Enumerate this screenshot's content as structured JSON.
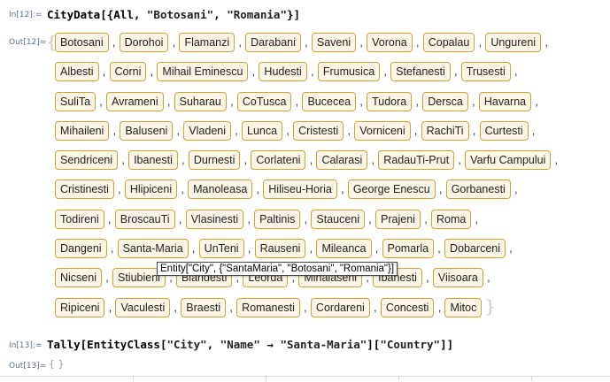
{
  "in12": {
    "label": "In[12]:=",
    "fn": "CityData",
    "arg_open": "[{All, ",
    "arg_state": "\"Botosani\"",
    "arg_sep": ", ",
    "arg_country": "\"Romania\"",
    "arg_close": "}]"
  },
  "out12": {
    "label": "Out[12]=",
    "rows": [
      [
        "Botosani",
        "Dorohoi",
        "Flamanzi",
        "Darabani",
        "Saveni",
        "Vorona",
        "Copalau",
        "Ungureni"
      ],
      [
        "Albesti",
        "Corni",
        "Mihail Eminescu",
        "Hudesti",
        "Frumusica",
        "Stefanesti",
        "Trusesti"
      ],
      [
        "SuliTa",
        "Avrameni",
        "Suharau",
        "CoTusca",
        "Bucecea",
        "Tudora",
        "Dersca",
        "Havarna"
      ],
      [
        "Mihaileni",
        "Baluseni",
        "Vladeni",
        "Lunca",
        "Cristesti",
        "Vorniceni",
        "RachiTi",
        "Curtesti"
      ],
      [
        "Sendriceni",
        "Ibanesti",
        "Durnesti",
        "Corlateni",
        "Calarasi",
        "RadauTi-Prut",
        "Varfu Campului"
      ],
      [
        "Cristinesti",
        "Hlipiceni",
        "Manoleasa",
        "Hiliseu-Horia",
        "George Enescu",
        "Gorbanesti"
      ],
      [
        "Todireni",
        "BroscauTi",
        "Vlasinesti",
        "Paltinis",
        "Stauceni",
        "Prajeni",
        "Roma"
      ],
      [
        "Dangeni",
        "Santa-Maria",
        "UnTeni",
        "Rauseni",
        "Mileanca",
        "Pomarla",
        "Dobarceni"
      ],
      [
        "Nicseni",
        "Stiubieni",
        "Blandesti",
        "Leorda",
        "Mihalaseni",
        "Ibanesti",
        "Viisoara"
      ],
      [
        "Ripiceni",
        "Vaculesti",
        "Braesti",
        "Romanesti",
        "Cordareni",
        "Concesti",
        "Mitoc"
      ]
    ]
  },
  "tooltip": {
    "text": "Entity[\"City\", {\"SantaMaria\", \"Botosani\", \"Romania\"}]"
  },
  "in13": {
    "label": "In[13]:=",
    "fn": "Tally",
    "arg1": "[EntityClass[",
    "arg_city": "\"City\"",
    "arg_sep": ", ",
    "arg_name": "\"Name\"",
    "arrow": " → ",
    "arg_santa": "\"Santa-Maria\"",
    "arg_close": "][",
    "arg_country": "\"Country\"",
    "arg_end": "]]"
  },
  "out13": {
    "label": "Out[13]=",
    "value": "{ }"
  }
}
